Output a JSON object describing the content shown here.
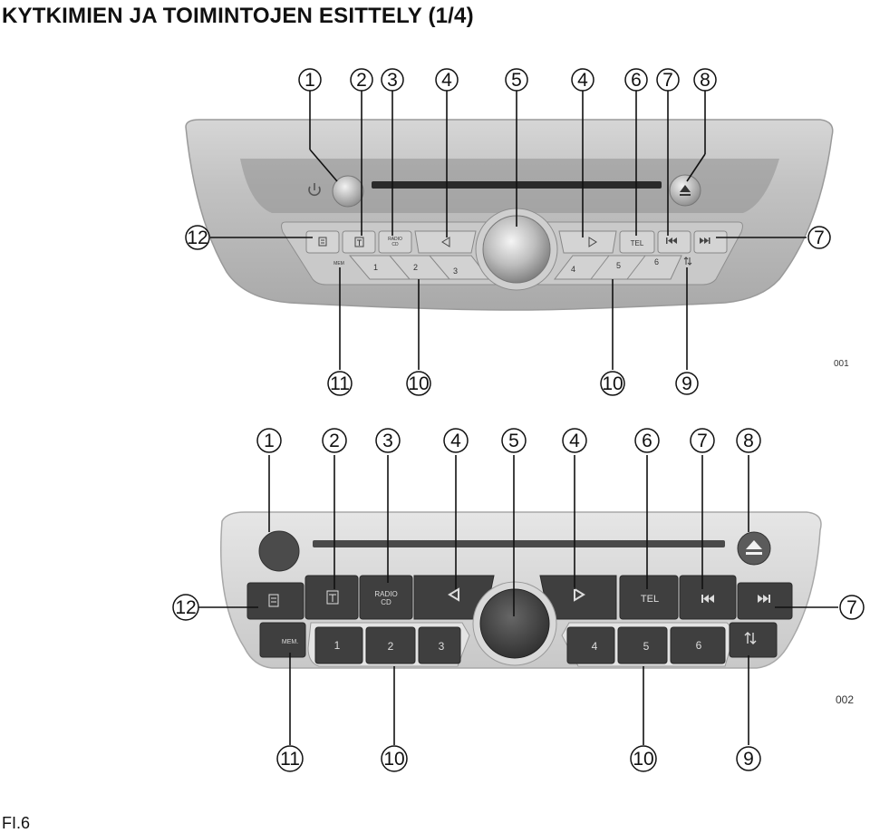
{
  "page": {
    "title": "KYTKIMIEN JA TOIMINTOJEN ESITTELY (1/4)",
    "footer": "FI.6"
  },
  "icons": {
    "power": "power-icon",
    "eject": "eject-icon",
    "list": "list-icon",
    "text": "text-icon",
    "left": "arrow-left-icon",
    "right": "arrow-right-icon",
    "prev": "skip-previous-icon",
    "next": "skip-next-icon",
    "updown": "up-down-arrows-icon"
  },
  "figure1": {
    "code": "001",
    "callouts_top": [
      "1",
      "2",
      "3",
      "4",
      "5",
      "4",
      "6",
      "7",
      "8"
    ],
    "callout_left": "12",
    "callout_right": "7",
    "callouts_bottom": [
      "11",
      "10",
      "10",
      "9"
    ],
    "labels": {
      "radio_line1": "RADIO",
      "radio_line2": "CD",
      "tel": "TEL",
      "mem": "MEM",
      "p1": "1",
      "p2": "2",
      "p3": "3",
      "p4": "4",
      "p5": "5",
      "p6": "6"
    }
  },
  "figure2": {
    "code": "002",
    "callouts_top": [
      "1",
      "2",
      "3",
      "4",
      "5",
      "4",
      "6",
      "7",
      "8"
    ],
    "callout_left": "12",
    "callout_right": "7",
    "callouts_bottom": [
      "11",
      "10",
      "10",
      "9"
    ],
    "labels": {
      "radio_line1": "RADIO",
      "radio_line2": "CD",
      "tel": "TEL",
      "mem": "MEM.",
      "p1": "1",
      "p2": "2",
      "p3": "3",
      "p4": "4",
      "p5": "5",
      "p6": "6"
    }
  }
}
